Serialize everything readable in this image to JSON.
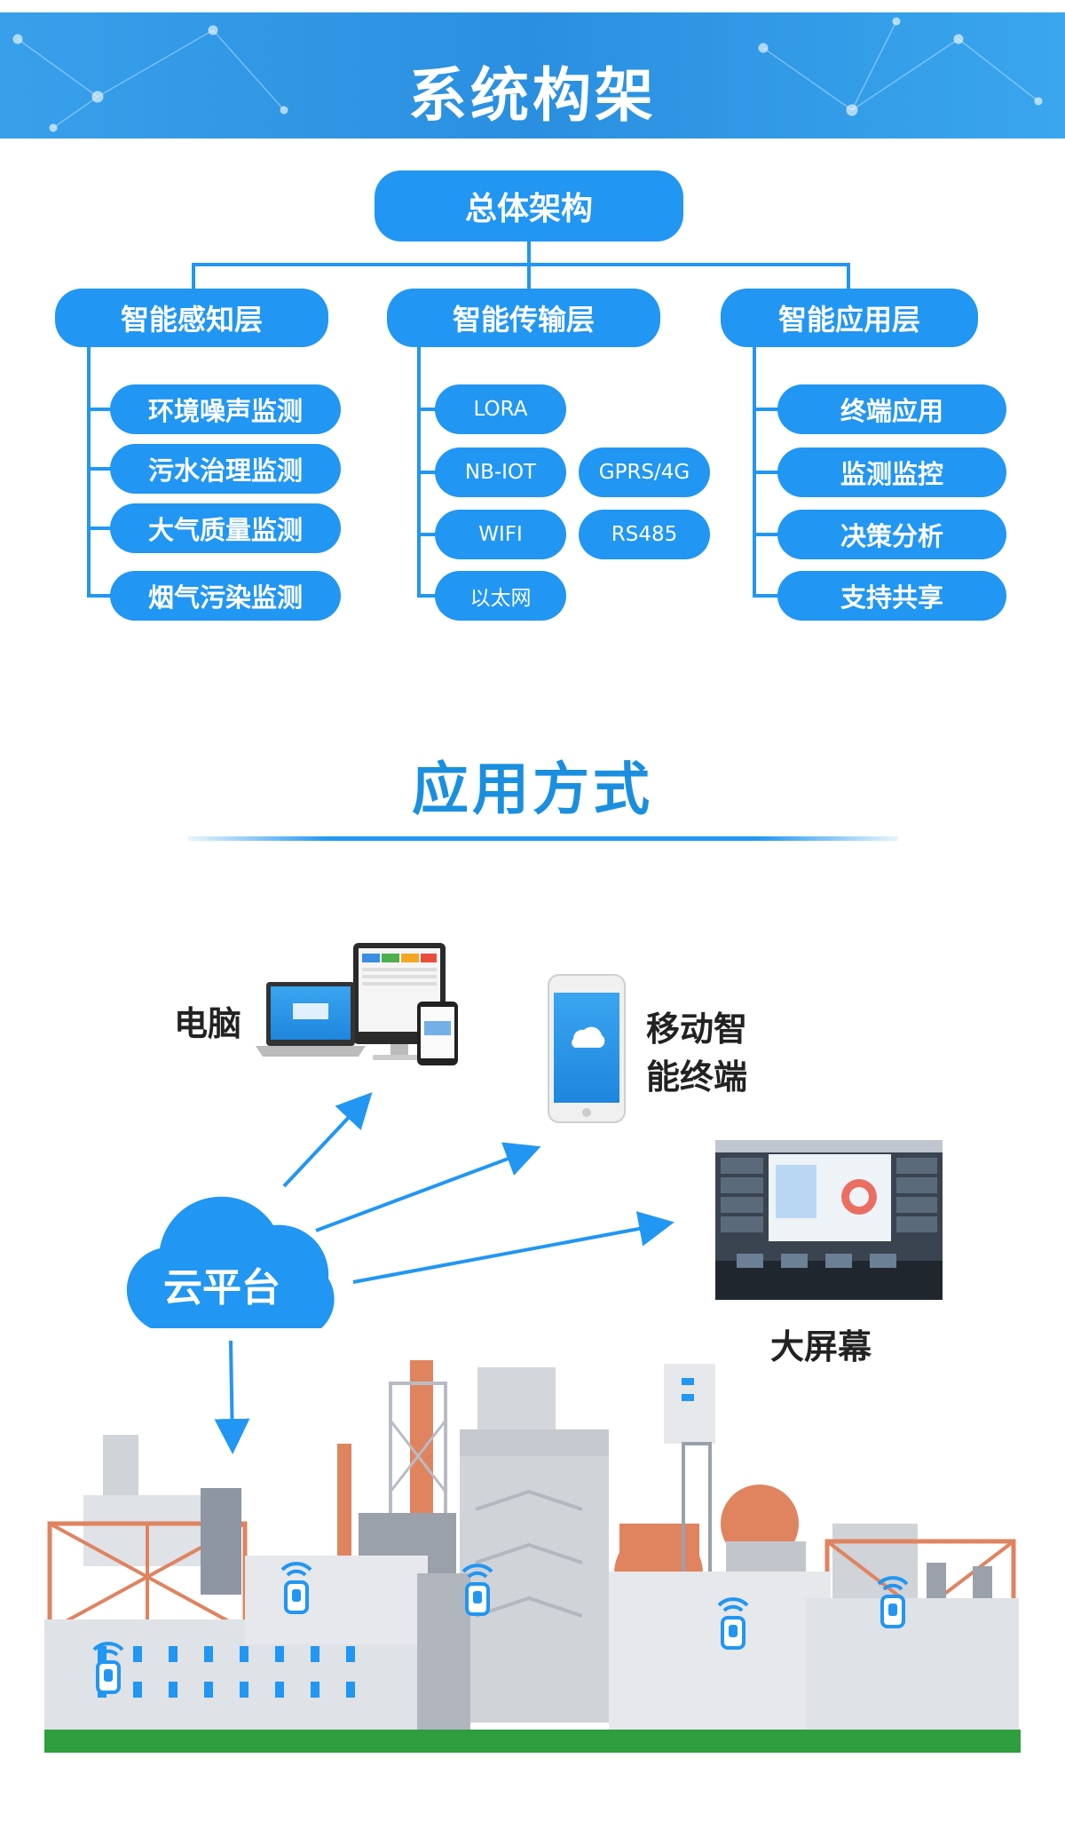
{
  "banner": {
    "title": "系统构架"
  },
  "architecture": {
    "root": "总体架构",
    "layers": [
      {
        "name": "智能感知层",
        "items": [
          "环境噪声监测",
          "污水治理监测",
          "大气质量监测",
          "烟气污染监测"
        ]
      },
      {
        "name": "智能传输层",
        "items": [
          "LORA",
          "NB-IOT",
          "GPRS/4G",
          "WIFI",
          "RS485",
          "以太网"
        ]
      },
      {
        "name": "智能应用层",
        "items": [
          "终端应用",
          "监测监控",
          "决策分析",
          "支持共享"
        ]
      }
    ]
  },
  "application": {
    "title": "应用方式",
    "cloud": "云平台",
    "computer": "电脑",
    "mobile_line1": "移动智",
    "mobile_line2": "能终端",
    "bigscreen": "大屏幕"
  },
  "colors": {
    "primary": "#2196f3",
    "title_blue": "#1a8fe0",
    "ground": "#2e9e3f",
    "rust": "#e0835f"
  }
}
